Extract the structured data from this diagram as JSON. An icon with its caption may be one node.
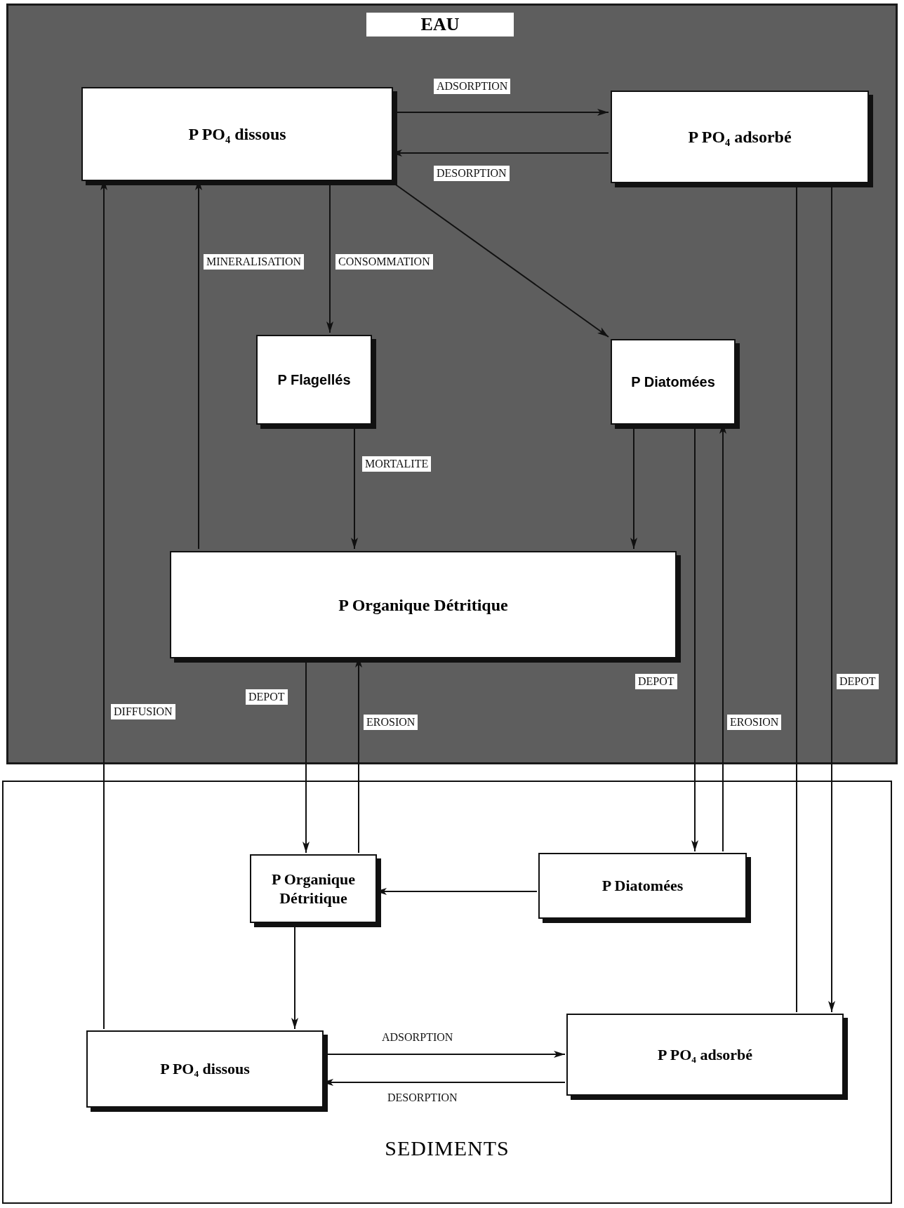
{
  "diagram": {
    "nodes": [
      {
        "text": [
          "EAU"
        ]
      },
      {
        "text": [
          "P PO₄ dissous"
        ],
        "in": 0
      },
      {
        "text": [
          "P PO₄ adsorbé"
        ],
        "in": 0
      },
      {
        "text": [
          "P Flagellés"
        ],
        "in": 0
      },
      {
        "text": [
          "P Diatomées"
        ],
        "in": 0
      },
      {
        "text": [
          "P Organique Détritique"
        ],
        "in": 0
      },
      {
        "text": [
          "SEDIMENTS"
        ]
      },
      {
        "text": [
          "P Organique Détritique"
        ],
        "in": 6
      },
      {
        "text": [
          "P Diatomées"
        ],
        "in": 6
      },
      {
        "text": [
          "P PO₄ dissous"
        ],
        "in": 6
      },
      {
        "text": [
          "P PO₄ adsorbé"
        ],
        "in": 6
      }
    ],
    "edges": [
      {
        "from": 1,
        "to": 2,
        "arrow": "to",
        "label": "ADSORPTION"
      },
      {
        "from": 2,
        "to": 1,
        "arrow": "to",
        "label": "DESORPTION"
      },
      {
        "from": 1,
        "to": 3,
        "arrow": "to",
        "label": "CONSOMMATION"
      },
      {
        "from": 1,
        "to": 4,
        "arrow": "to"
      },
      {
        "from": 3,
        "to": 5,
        "arrow": "to",
        "label": "MORTALITE"
      },
      {
        "from": 4,
        "to": 5,
        "arrow": "to"
      },
      {
        "from": 5,
        "to": 1,
        "arrow": "to",
        "label": "MINERALISATION"
      },
      {
        "from": 9,
        "to": 1,
        "arrow": "to",
        "label": "DIFFUSION"
      },
      {
        "from": 5,
        "to": 7,
        "arrow": "to",
        "label": "DEPOT"
      },
      {
        "from": 7,
        "to": 5,
        "arrow": "to",
        "label": "EROSION"
      },
      {
        "from": 4,
        "to": 8,
        "arrow": "to",
        "label": "DEPOT"
      },
      {
        "from": 8,
        "to": 4,
        "arrow": "to",
        "label": "EROSION"
      },
      {
        "from": 2,
        "to": 10,
        "arrow": "to",
        "label": "DEPOT"
      },
      {
        "from": 10,
        "to": 2,
        "arrow": "none"
      },
      {
        "from": 8,
        "to": 7,
        "arrow": "to"
      },
      {
        "from": 7,
        "to": 9,
        "arrow": "to"
      },
      {
        "from": 9,
        "to": 10,
        "arrow": "to",
        "label": "ADSORPTION"
      },
      {
        "from": 10,
        "to": 9,
        "arrow": "to",
        "label": "DESORPTION"
      }
    ]
  }
}
